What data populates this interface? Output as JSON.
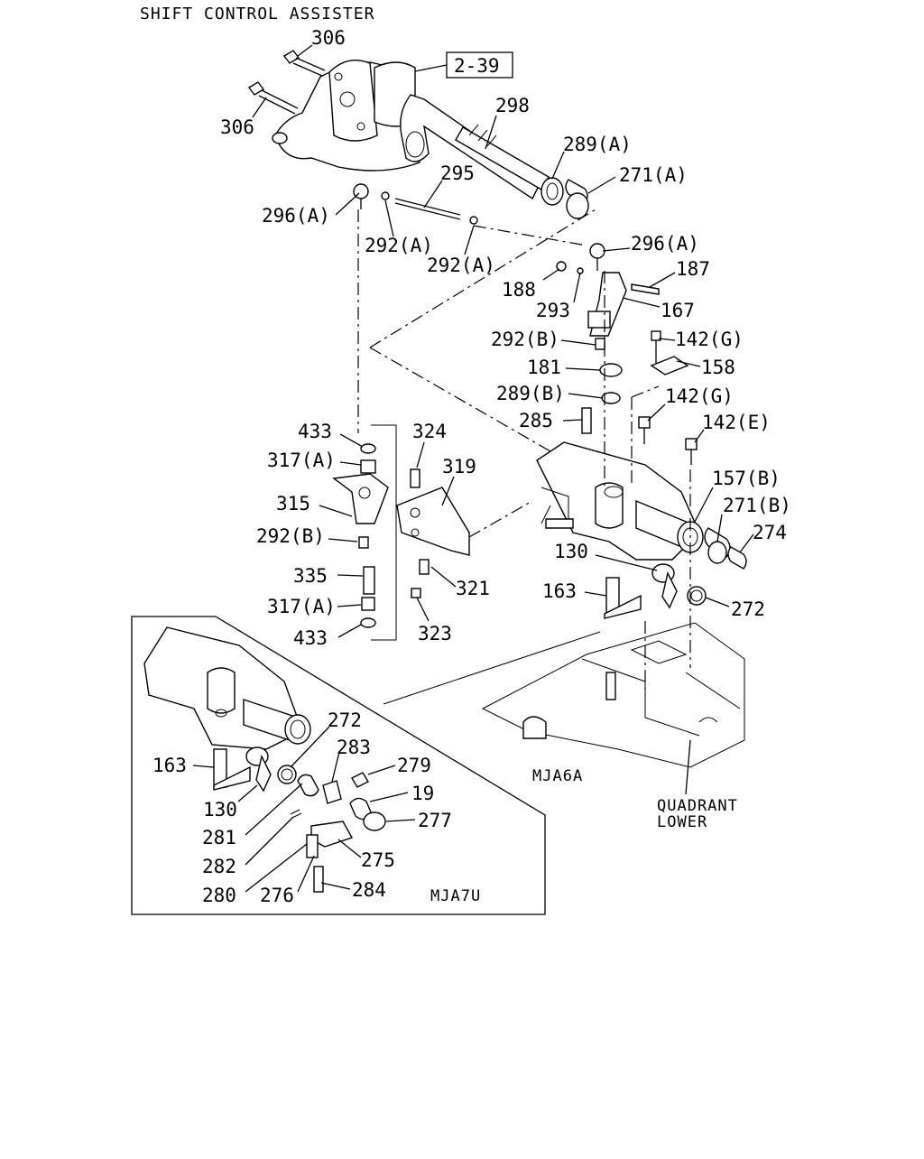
{
  "title": "SHIFT CONTROL ASSISTER",
  "ref_box": "2-39",
  "diagram_codes": {
    "main": "MJA6A",
    "inset": "MJA7U"
  },
  "quadrant_label": [
    "QUADRANT",
    "LOWER"
  ],
  "callouts": [
    {
      "id": "c306a",
      "text": "306"
    },
    {
      "id": "c306b",
      "text": "306"
    },
    {
      "id": "c298",
      "text": "298"
    },
    {
      "id": "c289A",
      "text": "289(A)"
    },
    {
      "id": "c271A",
      "text": "271(A)"
    },
    {
      "id": "c295",
      "text": "295"
    },
    {
      "id": "c296Aa",
      "text": "296(A)"
    },
    {
      "id": "c292Aa",
      "text": "292(A)"
    },
    {
      "id": "c292Ab",
      "text": "292(A)"
    },
    {
      "id": "c296Ab",
      "text": "296(A)"
    },
    {
      "id": "c187",
      "text": "187"
    },
    {
      "id": "c188",
      "text": "188"
    },
    {
      "id": "c293",
      "text": "293"
    },
    {
      "id": "c167",
      "text": "167"
    },
    {
      "id": "c292Ba",
      "text": "292(B)"
    },
    {
      "id": "c142Ga",
      "text": "142(G)"
    },
    {
      "id": "c181",
      "text": "181"
    },
    {
      "id": "c158",
      "text": "158"
    },
    {
      "id": "c289B",
      "text": "289(B)"
    },
    {
      "id": "c142Gb",
      "text": "142(G)"
    },
    {
      "id": "c285",
      "text": "285"
    },
    {
      "id": "c142E",
      "text": "142(E)"
    },
    {
      "id": "c433a",
      "text": "433"
    },
    {
      "id": "c324",
      "text": "324"
    },
    {
      "id": "c317Aa",
      "text": "317(A)"
    },
    {
      "id": "c319",
      "text": "319"
    },
    {
      "id": "c157B",
      "text": "157(B)"
    },
    {
      "id": "c315",
      "text": "315"
    },
    {
      "id": "c271B",
      "text": "271(B)"
    },
    {
      "id": "c274",
      "text": "274"
    },
    {
      "id": "c292Bb",
      "text": "292(B)"
    },
    {
      "id": "c130a",
      "text": "130"
    },
    {
      "id": "c335",
      "text": "335"
    },
    {
      "id": "c321",
      "text": "321"
    },
    {
      "id": "c163a",
      "text": "163"
    },
    {
      "id": "c317Ab",
      "text": "317(A)"
    },
    {
      "id": "c272a",
      "text": "272"
    },
    {
      "id": "c433b",
      "text": "433"
    },
    {
      "id": "c323",
      "text": "323"
    },
    {
      "id": "c272b",
      "text": "272"
    },
    {
      "id": "c283",
      "text": "283"
    },
    {
      "id": "c163b",
      "text": "163"
    },
    {
      "id": "c279",
      "text": "279"
    },
    {
      "id": "c19",
      "text": "19"
    },
    {
      "id": "c130b",
      "text": "130"
    },
    {
      "id": "c281",
      "text": "281"
    },
    {
      "id": "c277",
      "text": "277"
    },
    {
      "id": "c282",
      "text": "282"
    },
    {
      "id": "c275",
      "text": "275"
    },
    {
      "id": "c280",
      "text": "280"
    },
    {
      "id": "c276",
      "text": "276"
    },
    {
      "id": "c284",
      "text": "284"
    }
  ]
}
